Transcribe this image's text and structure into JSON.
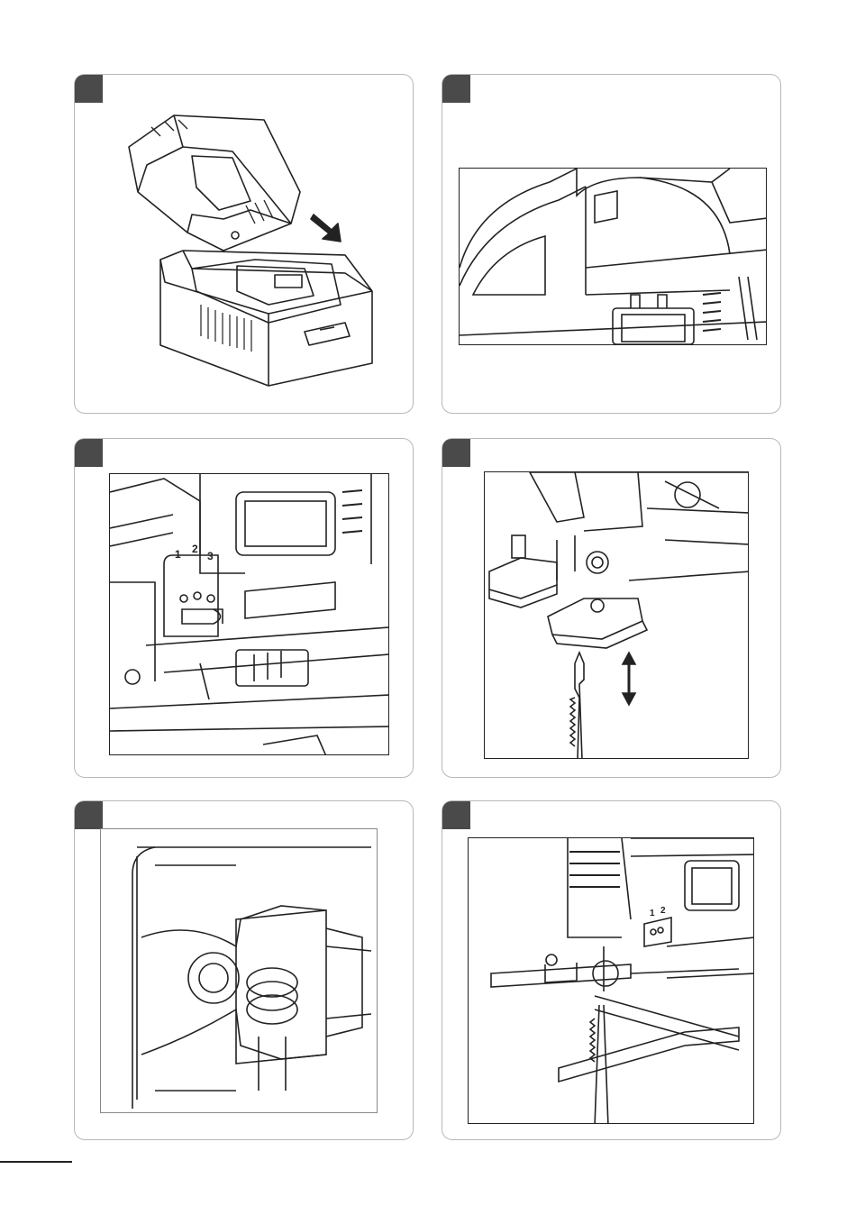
{
  "panels": [
    {
      "id": 1,
      "illustration": "battery-charger-insert"
    },
    {
      "id": 2,
      "illustration": "jigsaw-battery-close-up"
    },
    {
      "id": 3,
      "illustration": "orbital-selector",
      "dial_labels": [
        "1",
        "2",
        "3"
      ]
    },
    {
      "id": 4,
      "illustration": "blade-installation"
    },
    {
      "id": 5,
      "illustration": "blade-clamp-top-view"
    },
    {
      "id": 6,
      "illustration": "parallel-guide",
      "dial_labels": [
        "1",
        "2"
      ]
    }
  ],
  "colors": {
    "line": "#222222",
    "badge": "#4a4a4a",
    "panel_border": "#b8b8b8"
  }
}
